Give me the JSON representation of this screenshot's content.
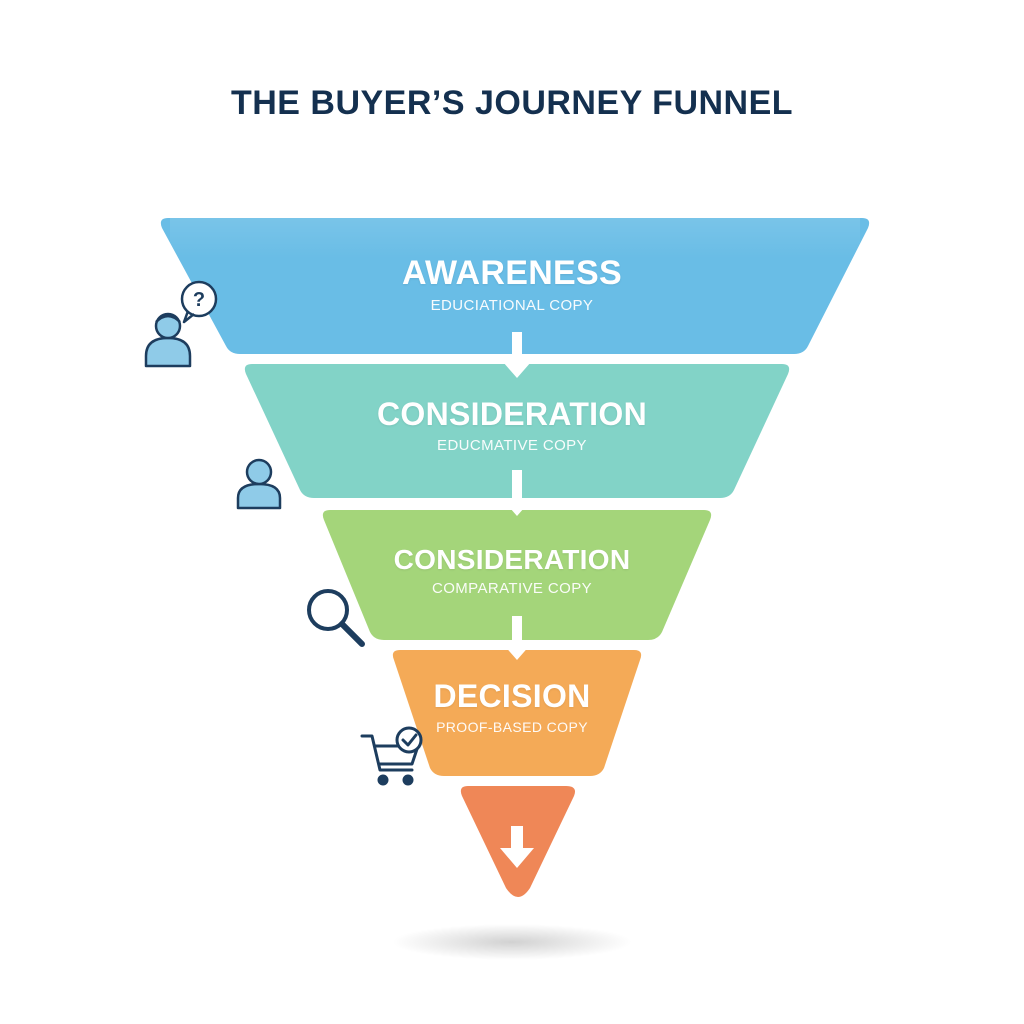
{
  "title": "THE BUYER’S JOURNEY FUNNEL",
  "stages": [
    {
      "label": "AWARENESS",
      "subtitle": "EDUCIATIONAL COPY",
      "color": "#69bde6",
      "icon": "person-question-icon"
    },
    {
      "label": "CONSIDERATION",
      "subtitle": "EDUCMATIVE COPY",
      "color": "#82d3c7",
      "icon": "person-icon"
    },
    {
      "label": "CONSIDERATION",
      "subtitle": "COMPARATIVE COPY",
      "color": "#a4d57a",
      "icon": "magnifier-icon"
    },
    {
      "label": "DECISION",
      "subtitle": "PROOF-BASED COPY",
      "color": "#f4aa57",
      "icon": "cart-check-icon"
    },
    {
      "label": "",
      "subtitle": "",
      "color": "#ef8757",
      "icon": "down-arrow-icon"
    }
  ],
  "colors": {
    "title": "#14304f",
    "icon_stroke": "#1d3d5e",
    "icon_fill": "#8fcbe8",
    "arrow": "#ffffff"
  }
}
